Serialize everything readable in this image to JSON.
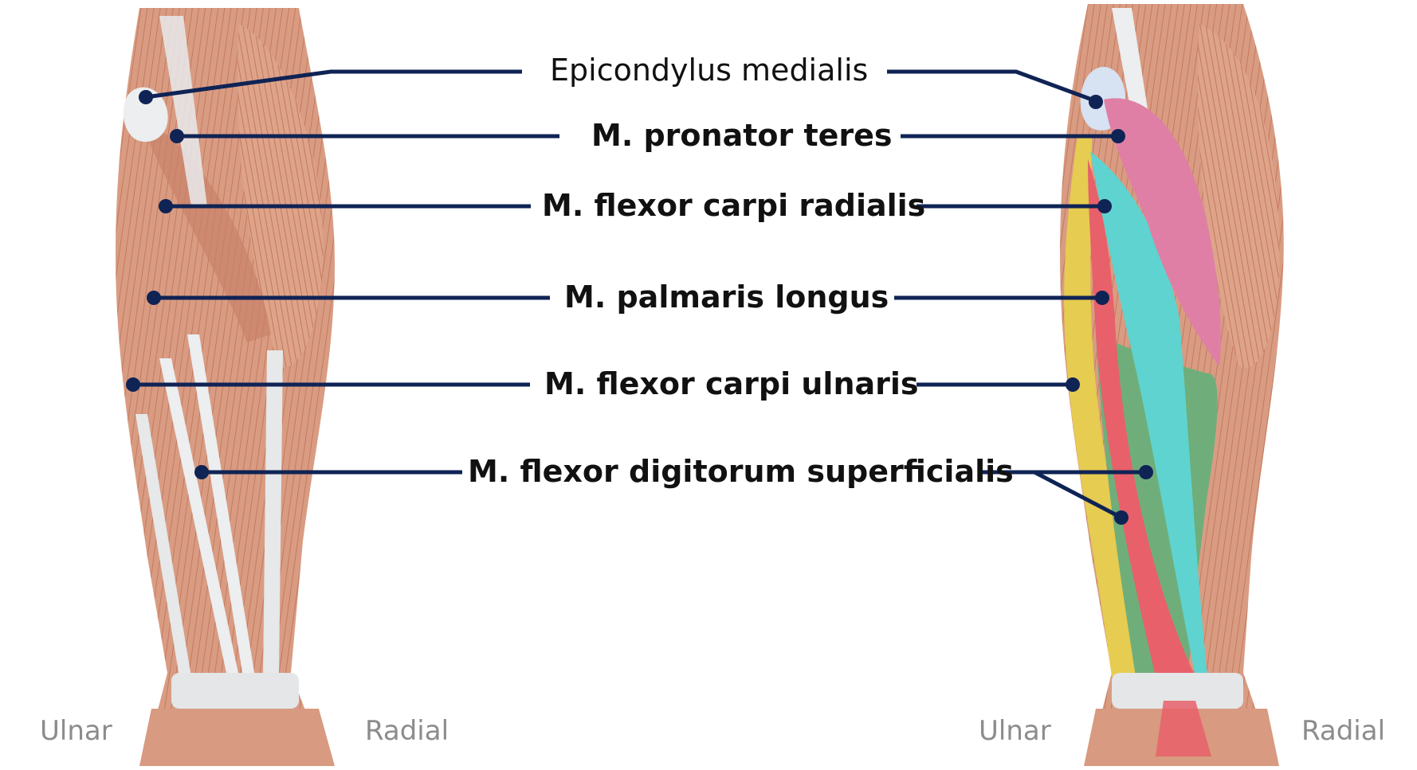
{
  "labels": {
    "epicondylus": "Epicondylus medialis",
    "pronator": "M. pronator teres",
    "fcr": "M. flexor carpi radialis",
    "palmaris": "M. palmaris longus",
    "fcu": "M. flexor carpi ulnaris",
    "fds": "M. flexor digitorum superficialis"
  },
  "sides": {
    "left_ulnar": "Ulnar",
    "left_radial": "Radial",
    "right_ulnar": "Ulnar",
    "right_radial": "Radial"
  },
  "colors": {
    "muscle": "#d89a80",
    "muscle_dark": "#b86a52",
    "tendon": "#e9ebee",
    "leader": "#0f2355",
    "pronator_teres": "#e07fa6",
    "flexor_carpi_radialis": "#5fd3cf",
    "palmaris_longus": "#e8606a",
    "flexor_carpi_ulnaris": "#e6cc50",
    "flexor_digitorum_superficialis": "#6fae7a",
    "side_label": "#8c8c8c"
  }
}
